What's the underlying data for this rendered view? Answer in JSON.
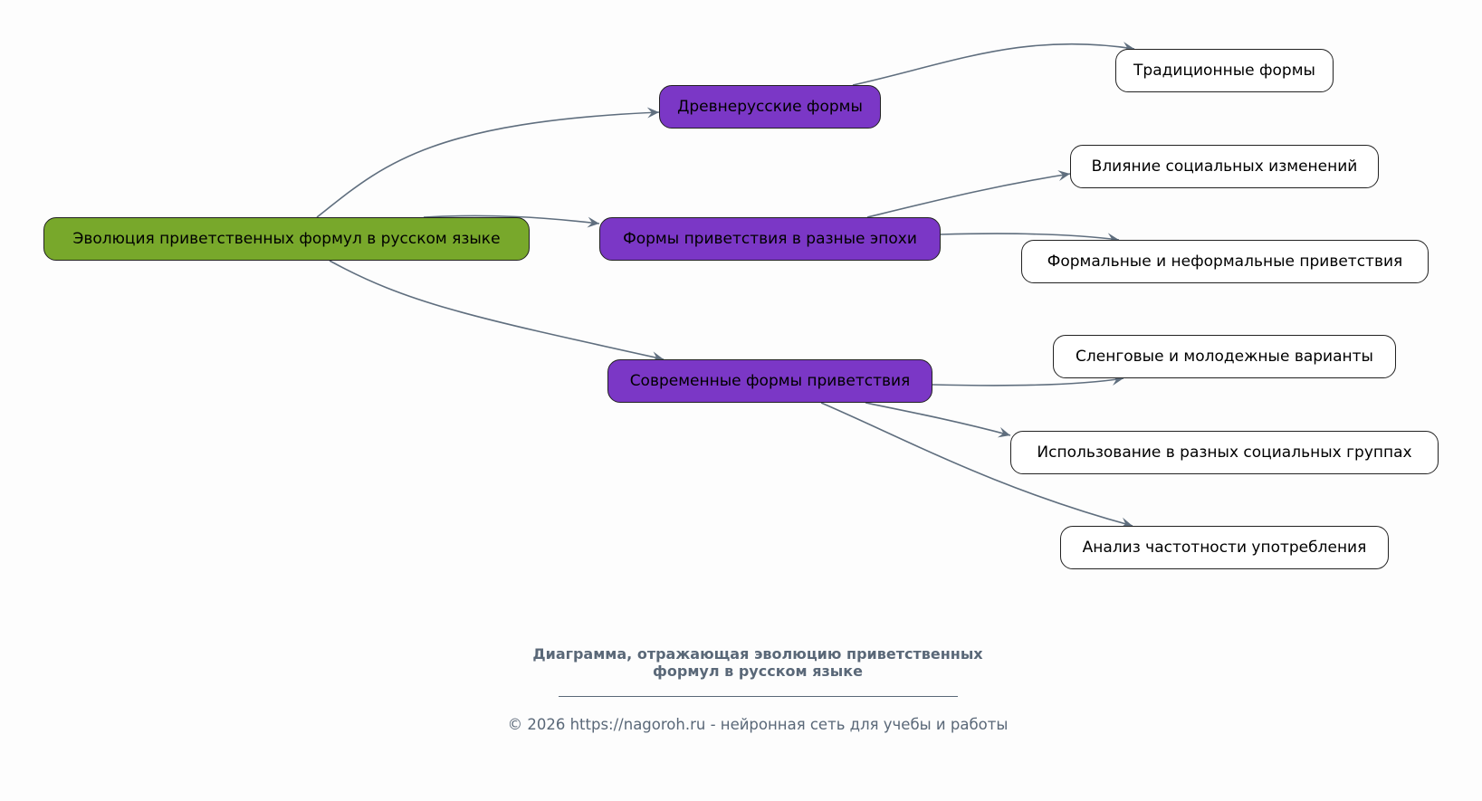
{
  "diagram": {
    "edge_color": "#5f6e7e",
    "root": {
      "id": "root",
      "label": "Эволюция приветственных формул в русском языке",
      "color": "#78a82b"
    },
    "branches": [
      {
        "id": "b1",
        "label": "Древнерусские формы",
        "color": "#7b37c6",
        "children": [
          {
            "id": "l1",
            "label": "Традиционные формы"
          }
        ]
      },
      {
        "id": "b2",
        "label": "Формы приветствия в разные эпохи",
        "color": "#7b37c6",
        "children": [
          {
            "id": "l2",
            "label": "Влияние социальных изменений"
          },
          {
            "id": "l3",
            "label": "Формальные и неформальные приветствия"
          }
        ]
      },
      {
        "id": "b3",
        "label": "Современные формы приветствия",
        "color": "#7b37c6",
        "children": [
          {
            "id": "l4",
            "label": "Сленговые и молодежные варианты"
          },
          {
            "id": "l5",
            "label": "Использование в разных социальных группах"
          },
          {
            "id": "l6",
            "label": "Анализ частотности употребления"
          }
        ]
      }
    ]
  },
  "caption": {
    "title_line1": "Диаграмма, отражающая эволюцию приветственных",
    "title_line2": "формул в русском языке",
    "copyright": "© 2026 https://nagoroh.ru - нейронная сеть для учебы и работы"
  }
}
